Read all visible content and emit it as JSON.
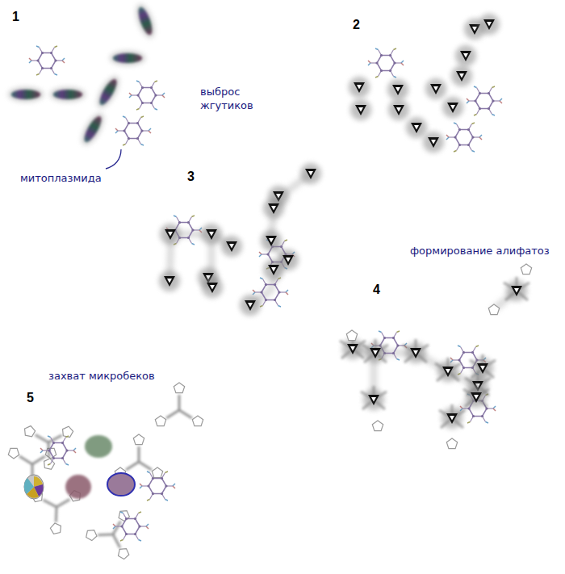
{
  "diagram": {
    "labels": [
      "1",
      "выброс жгутиков",
      "2",
      "митоплазмида",
      "3",
      "формирование алифатоз",
      "4",
      "захват микробеков",
      "5"
    ]
  }
}
